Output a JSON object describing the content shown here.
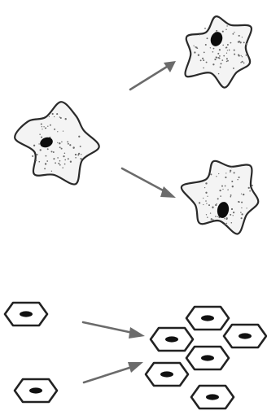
{
  "panels": [
    {
      "kind": "amoeboid-cell-division",
      "parent_count": 1,
      "daughter_count": 2,
      "arrow_count": 2
    },
    {
      "kind": "epithelial-cell-proliferation",
      "input_count": 2,
      "output_count": 6,
      "arrow_count": 2
    }
  ],
  "colors": {
    "outline": "#2a2a2a",
    "arrow": "#6b6b6b",
    "nucleus": "#0c0c0c",
    "cell_fill": "#f4f4f4",
    "background": "#ffffff"
  }
}
